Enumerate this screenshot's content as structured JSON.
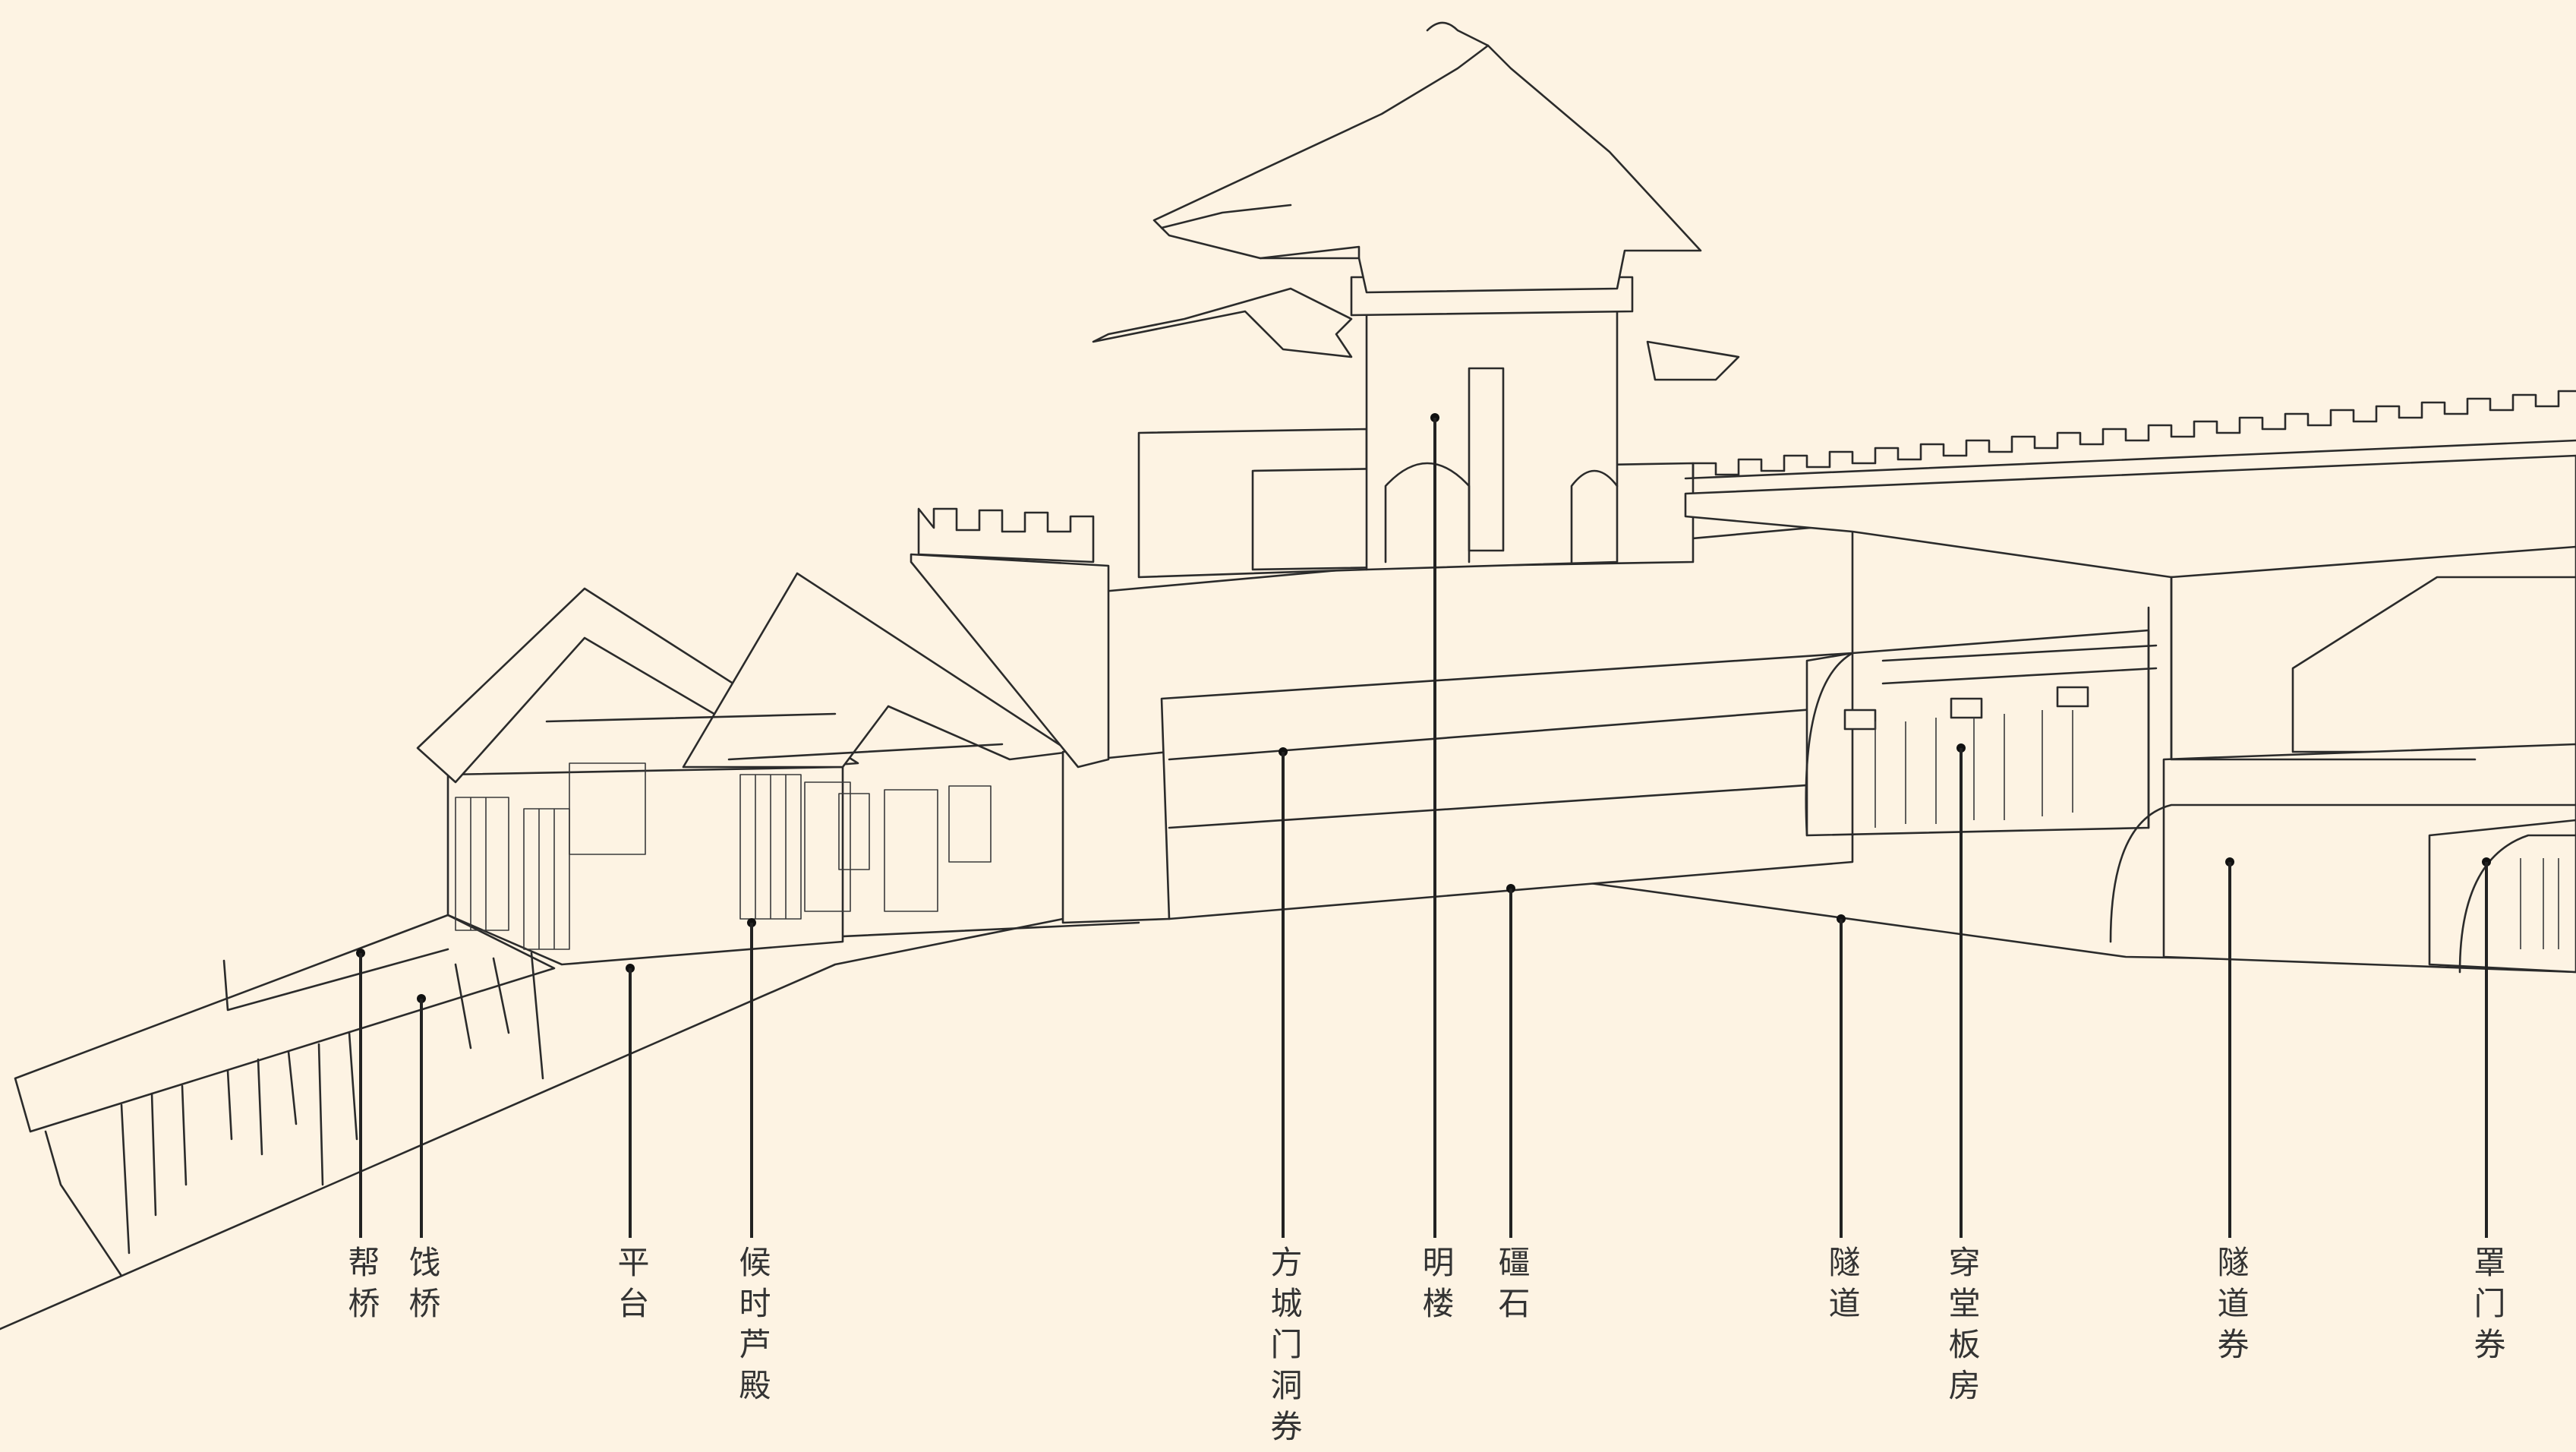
{
  "labels": [
    {
      "id": "bangqiao",
      "text": "帮桥"
    },
    {
      "id": "jianqiao",
      "text": "饯桥"
    },
    {
      "id": "pingtai",
      "text": "平台"
    },
    {
      "id": "houshi",
      "text": "候时芦殿"
    },
    {
      "id": "fangcheng",
      "text": "方城门洞券"
    },
    {
      "id": "minglou",
      "text": "明楼"
    },
    {
      "id": "qiangshi",
      "text": "礓石"
    },
    {
      "id": "suidao",
      "text": "隧道"
    },
    {
      "id": "chuantang",
      "text": "穿堂板房"
    },
    {
      "id": "suidaoquan",
      "text": "隧道券"
    },
    {
      "id": "zhaomen",
      "text": "罩门券"
    }
  ]
}
